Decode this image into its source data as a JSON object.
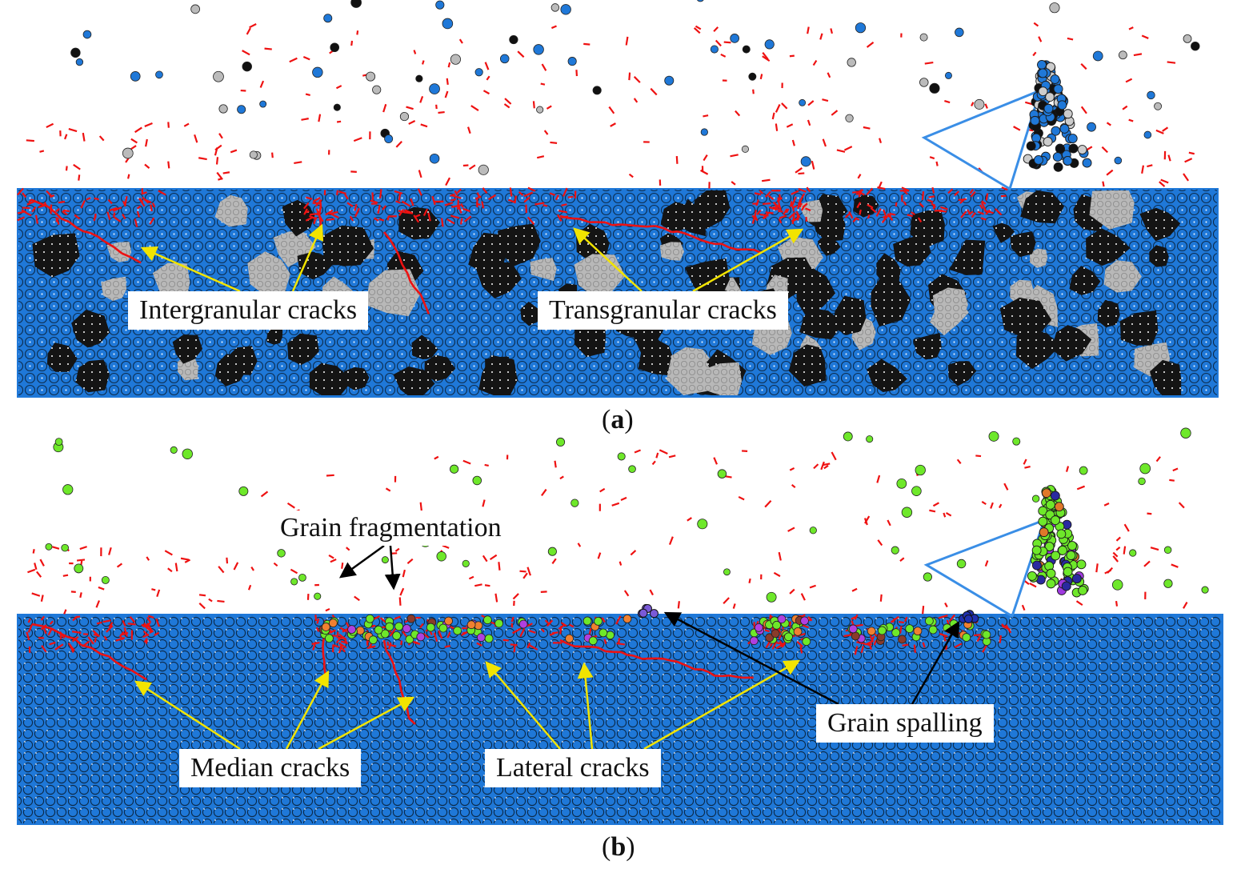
{
  "panel_a": {
    "caption_letter": "a",
    "labels": {
      "intergranular": "Intergranular cracks",
      "transgranular": "Transgranular cracks"
    }
  },
  "panel_b": {
    "caption_letter": "b",
    "labels": {
      "grain_fragmentation": "Grain fragmentation",
      "median": "Median cracks",
      "lateral": "Lateral cracks",
      "grain_spalling": "Grain spalling"
    }
  },
  "colors": {
    "matrix_particle": "#1f78d8",
    "grain_dark": "#111111",
    "grain_light": "#b4b4b4",
    "crack": "#ee1111",
    "tool_outline": "#3a8ee6",
    "fragment_green": "#6ee82a",
    "arrow_yellow": "#f2e400",
    "arrow_black": "#000000"
  }
}
